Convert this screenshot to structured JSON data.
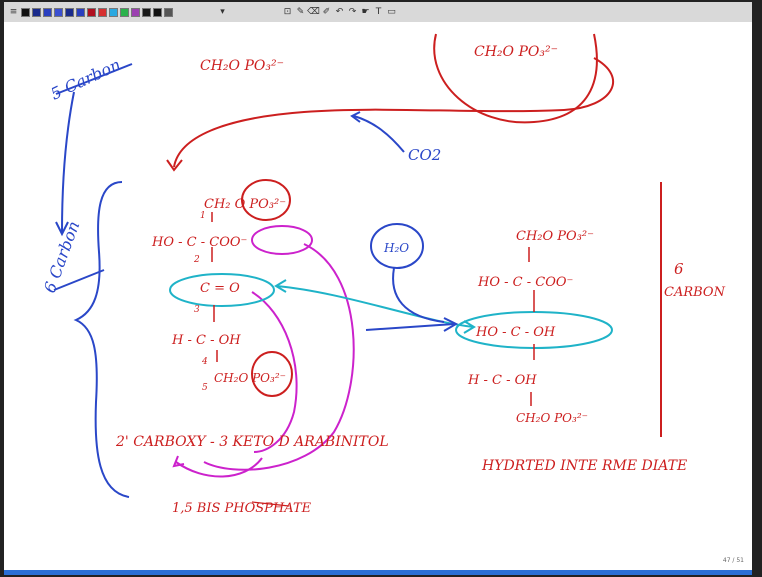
{
  "toolbar": {
    "pen_colors": [
      "#111111",
      "#1a2b8c",
      "#2a3fbf",
      "#3a4fd0",
      "#b01020",
      "#d63030",
      "#2aa8e0",
      "#2bb24c",
      "#9b3fb0",
      "#1a1a1a"
    ],
    "tools": [
      "pen-icon",
      "eraser-icon",
      "highlighter-icon",
      "undo-icon",
      "redo-icon",
      "select-icon",
      "text-icon",
      "shape-icon"
    ]
  },
  "notes": {
    "left_5_carbon": "5 Carbon",
    "left_6_carbon": "6 Carbon",
    "top_left_formula": "CH₂O PO₃²⁻",
    "top_right_formula": "CH₂O PO₃²⁻",
    "co2": "CO2",
    "ch2o_po3_top": "CH₂ O PO₃²⁻",
    "ho_c_coo": "HO - C - COO⁻",
    "c_eq_o": "C = O",
    "h_c_oh": "H - C - OH",
    "ch2o_po3_bottom": "CH₂O PO₃²⁻",
    "num_1": "1",
    "num_2": "2",
    "num_3": "3",
    "num_4": "4",
    "num_5": "5",
    "name_line1": "2' CARBOXY - 3 KETO D ARABINITOL",
    "name_line2": "1,5 BIS PHOSPHATE",
    "h2o": "H₂O",
    "int_ch2o_po3_top": "CH₂O PO₃²⁻",
    "int_ho_c_coo": "HO - C - COO⁻",
    "int_ho_c_oh": "HO - C - OH",
    "int_h_c_oh": "H - C - OH",
    "int_ch2o_po3_bottom": "CH₂O PO₃²⁻",
    "right_6": "6",
    "right_carbon": "CARBON",
    "hydrated_label": "HYDRTED INTE RME DIATE"
  },
  "page_number": "47 / 51",
  "colors": {
    "red": "#cc1f1f",
    "blue": "#2a47c8",
    "magenta": "#cc22cc",
    "cyan": "#1fb3c8"
  }
}
